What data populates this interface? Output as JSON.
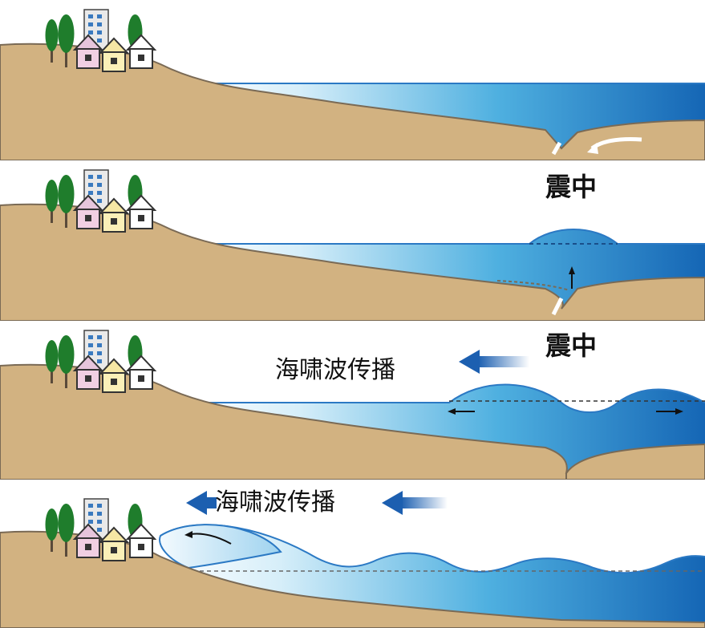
{
  "colors": {
    "land": "#d2b281",
    "land_edge": "#7a6a55",
    "sea_deep": "#1566b5",
    "sea_light": "#dff1fb",
    "arrow_blue": "#1c5fb0",
    "tree": "#1f7d2c"
  },
  "labels": {
    "epicenter_1": "震中",
    "epicenter_2": "震中",
    "propagation_1": "海啸波传播",
    "propagation_2": "海啸波传播"
  },
  "icons": [
    "tree-icon",
    "building-icon",
    "house-icon",
    "arrow-left-icon",
    "arrow-up-icon"
  ]
}
